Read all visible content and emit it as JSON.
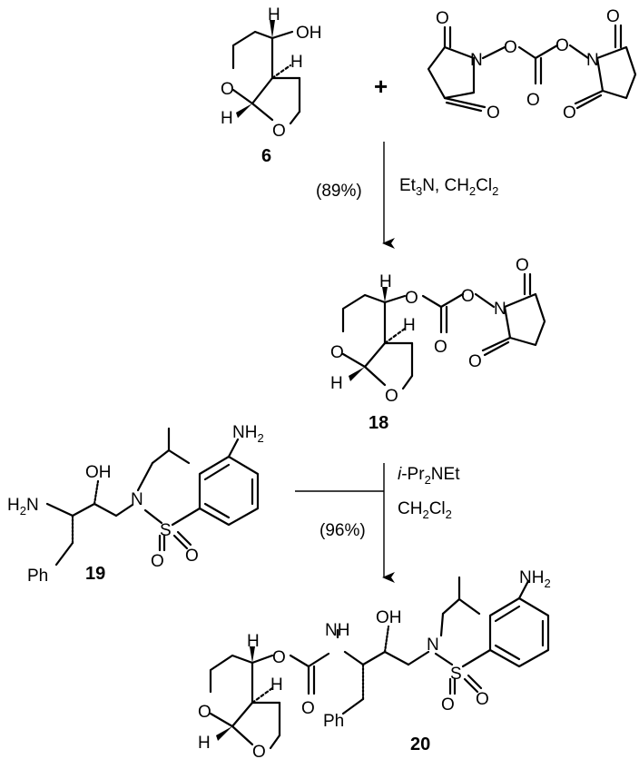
{
  "scheme": {
    "plus": "+",
    "compounds": {
      "c6": {
        "label": "6"
      },
      "c18": {
        "label": "18"
      },
      "c19": {
        "label": "19"
      },
      "c20": {
        "label": "20"
      }
    },
    "atoms": {
      "O": "O",
      "N": "N",
      "H": "H",
      "S": "S",
      "OH": "OH",
      "NH": "NH",
      "Ph": "Ph",
      "NH2_main": "NH",
      "NH2_sub": "2",
      "H2_sub": "2",
      "H2N_rest": "N"
    },
    "step1": {
      "yield": "(89%)",
      "reagent_prefix": "Et",
      "reagent_sub1": "3",
      "reagent_mid": "N, CH",
      "reagent_sub2": "2",
      "reagent_mid2": "Cl",
      "reagent_sub3": "2"
    },
    "step2": {
      "yield": "(96%)",
      "reagent1_italic": "i",
      "reagent1_rest": "-Pr",
      "reagent1_sub": "2",
      "reagent1_tail": "NEt",
      "reagent2_a": "CH",
      "reagent2_sub1": "2",
      "reagent2_b": "Cl",
      "reagent2_sub2": "2"
    }
  }
}
